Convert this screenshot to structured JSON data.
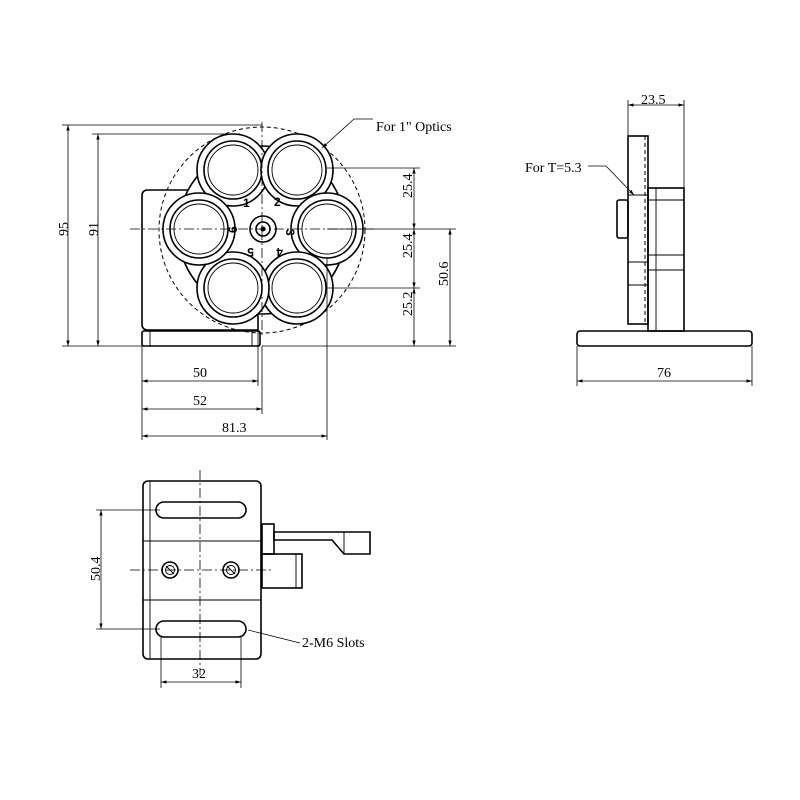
{
  "front_view": {
    "positions": [
      "1",
      "2",
      "3",
      "4",
      "5",
      "6"
    ],
    "dims": {
      "height_95": "95",
      "height_91": "91",
      "pitch_a": "25.4",
      "pitch_b": "25.4",
      "base_to_center": "25.2",
      "center_height": "50.6",
      "width_50": "50",
      "width_52": "52",
      "width_81_3": "81.3"
    },
    "optics_note": "For 1\" Optics"
  },
  "side_view": {
    "dims": {
      "depth_23_5": "23.5",
      "base_76": "76"
    },
    "thickness_note": "For T=5.3"
  },
  "top_view": {
    "dims": {
      "slot_pitch": "50.4",
      "slot_length": "32"
    },
    "slots_note": "2-M6 Slots"
  }
}
